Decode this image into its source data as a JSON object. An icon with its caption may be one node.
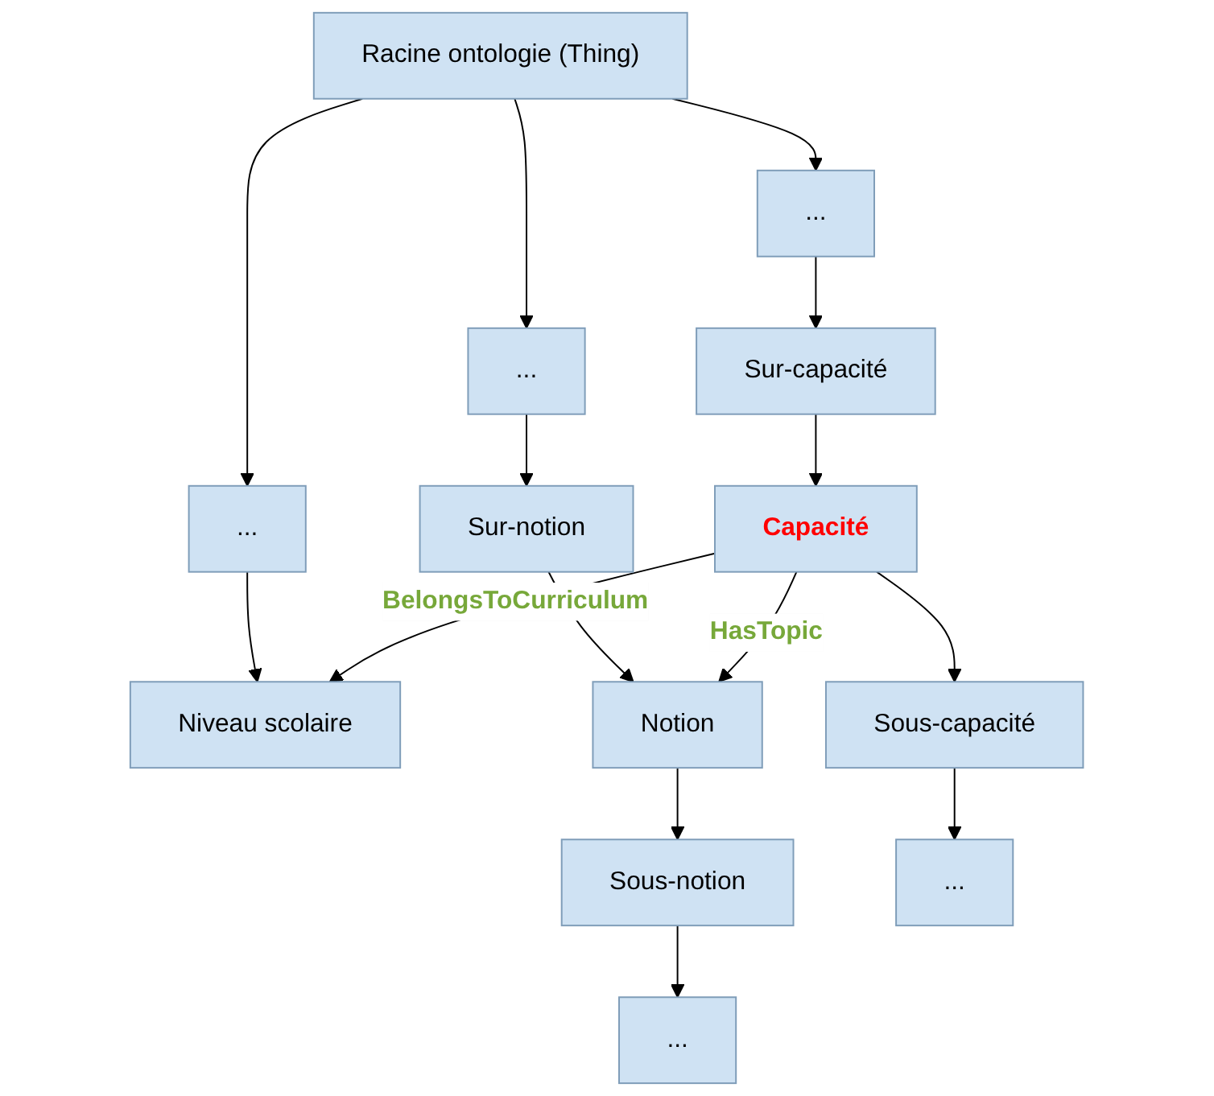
{
  "diagram": {
    "nodes": [
      {
        "text": [
          "Racine ontologie (Thing)"
        ]
      },
      {
        "text": [
          "..."
        ]
      },
      {
        "text": [
          "..."
        ]
      },
      {
        "text": [
          "..."
        ]
      },
      {
        "text": [
          "Sur-capacité"
        ]
      },
      {
        "text": [
          "Sur-notion"
        ]
      },
      {
        "text": [
          "Niveau scolaire"
        ]
      },
      {
        "text": [
          "Capacité"
        ]
      },
      {
        "text": [
          "Notion"
        ]
      },
      {
        "text": [
          "Sous-capacité"
        ]
      },
      {
        "text": [
          "Sous-notion"
        ]
      },
      {
        "text": [
          "..."
        ]
      },
      {
        "text": [
          "..."
        ]
      }
    ],
    "edges": [
      {
        "from": 0,
        "to": 3,
        "arrow": "to"
      },
      {
        "from": 0,
        "to": 1,
        "arrow": "to"
      },
      {
        "from": 0,
        "to": 2,
        "arrow": "to"
      },
      {
        "from": 3,
        "to": 6,
        "arrow": "to"
      },
      {
        "from": 1,
        "to": 4,
        "arrow": "to"
      },
      {
        "from": 2,
        "to": 5,
        "arrow": "to"
      },
      {
        "from": 4,
        "to": 7,
        "arrow": "to"
      },
      {
        "from": 5,
        "to": 8,
        "arrow": "to"
      },
      {
        "from": 7,
        "to": 6,
        "arrow": "to",
        "label": "BelongsToCurriculum"
      },
      {
        "from": 7,
        "to": 8,
        "arrow": "to",
        "label": "HasTopic"
      },
      {
        "from": 7,
        "to": 9,
        "arrow": "to"
      },
      {
        "from": 8,
        "to": 10,
        "arrow": "to"
      },
      {
        "from": 9,
        "to": 11,
        "arrow": "to"
      },
      {
        "from": 10,
        "to": 12,
        "arrow": "to"
      }
    ]
  }
}
